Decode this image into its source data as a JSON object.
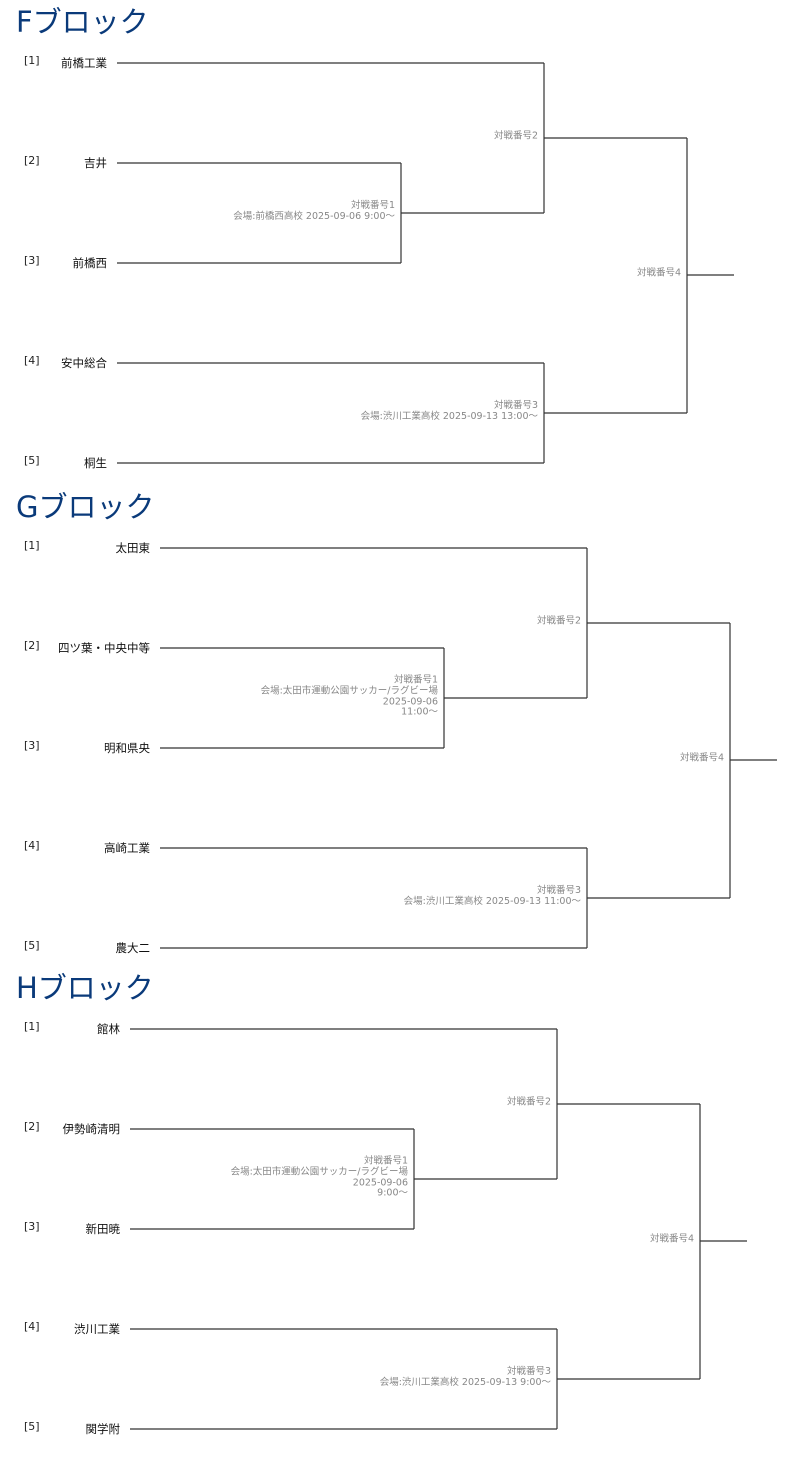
{
  "blocks": [
    {
      "title": "Fブロック",
      "teams": [
        {
          "seed": "[1]",
          "name": "前橋工業"
        },
        {
          "seed": "[2]",
          "name": "吉井"
        },
        {
          "seed": "[3]",
          "name": "前橋西"
        },
        {
          "seed": "[4]",
          "name": "安中総合"
        },
        {
          "seed": "[5]",
          "name": "桐生"
        }
      ],
      "matches": [
        {
          "lines": [
            "対戦番号1",
            "会場:前橋西高校 2025-09-06 9:00〜"
          ]
        },
        {
          "lines": [
            "対戦番号2"
          ]
        },
        {
          "lines": [
            "対戦番号3",
            "会場:渋川工業高校 2025-09-13 13:00〜"
          ]
        },
        {
          "lines": [
            "対戦番号4"
          ]
        }
      ]
    },
    {
      "title": "Gブロック",
      "teams": [
        {
          "seed": "[1]",
          "name": "太田東"
        },
        {
          "seed": "[2]",
          "name": "四ツ葉・中央中等"
        },
        {
          "seed": "[3]",
          "name": "明和県央"
        },
        {
          "seed": "[4]",
          "name": "高崎工業"
        },
        {
          "seed": "[5]",
          "name": "農大二"
        }
      ],
      "matches": [
        {
          "lines": [
            "対戦番号1",
            "会場:太田市運動公園サッカー/ラグビー場",
            "2025-09-06",
            "11:00〜"
          ]
        },
        {
          "lines": [
            "対戦番号2"
          ]
        },
        {
          "lines": [
            "対戦番号3",
            "会場:渋川工業高校 2025-09-13 11:00〜"
          ]
        },
        {
          "lines": [
            "対戦番号4"
          ]
        }
      ]
    },
    {
      "title": "Hブロック",
      "teams": [
        {
          "seed": "[1]",
          "name": "館林"
        },
        {
          "seed": "[2]",
          "name": "伊勢崎清明"
        },
        {
          "seed": "[3]",
          "name": "新田暁"
        },
        {
          "seed": "[4]",
          "name": "渋川工業"
        },
        {
          "seed": "[5]",
          "name": "関学附"
        }
      ],
      "matches": [
        {
          "lines": [
            "対戦番号1",
            "会場:太田市運動公園サッカー/ラグビー場",
            "2025-09-06",
            "9:00〜"
          ]
        },
        {
          "lines": [
            "対戦番号2"
          ]
        },
        {
          "lines": [
            "対戦番号3",
            "会場:渋川工業高校 2025-09-13 9:00〜"
          ]
        },
        {
          "lines": [
            "対戦番号4"
          ]
        }
      ]
    }
  ]
}
